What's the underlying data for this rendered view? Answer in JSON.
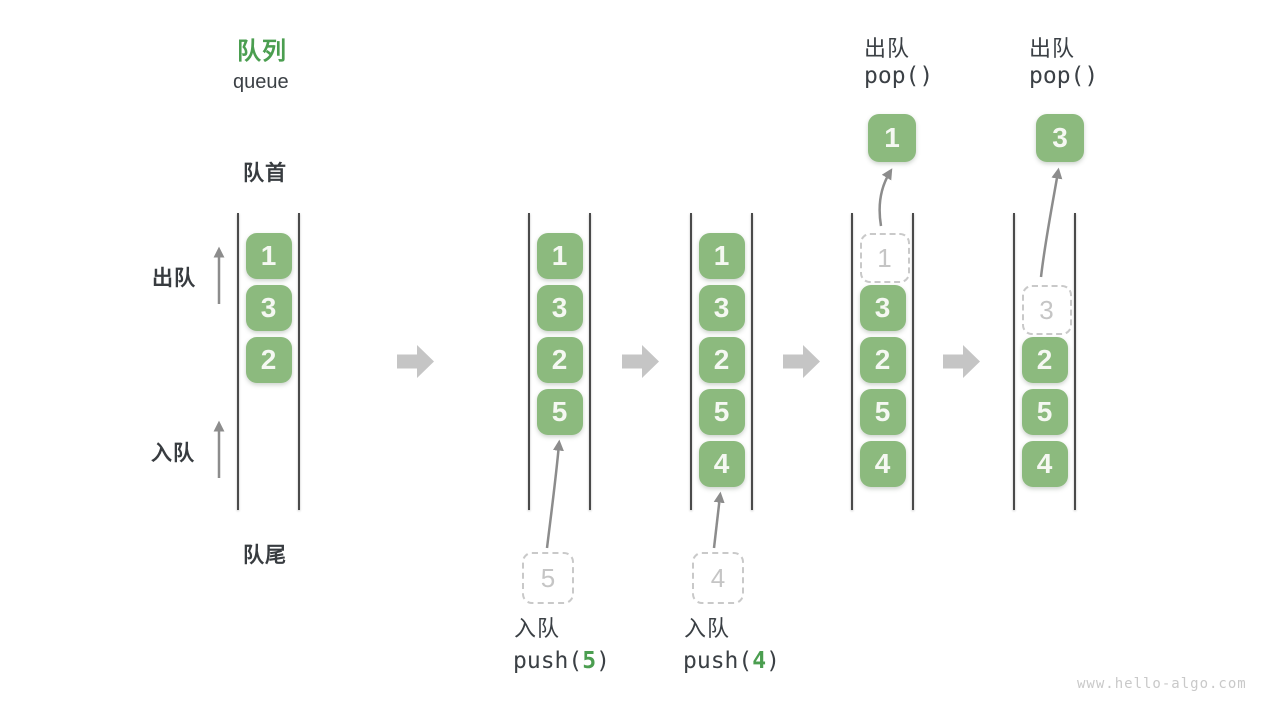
{
  "title": {
    "zh": "队列",
    "en": "queue"
  },
  "side_labels": {
    "front": "队首",
    "rear": "队尾",
    "dequeue": "出队",
    "enqueue": "入队"
  },
  "watermark": "www.hello-algo.com",
  "colors": {
    "box_green": "#8cba7e",
    "title_green": "#4b9e50",
    "text_dark": "#3b4045",
    "wall_dark": "#4a4a4a",
    "thin_arrow_gray": "#8c8c8c",
    "block_arrow_gray": "#c5c5c5",
    "dashed_gray": "#c9c9c9",
    "box_text_white": "#f5f8f2",
    "watermark_gray": "#c9c9c9"
  },
  "columns": [
    {
      "name": "state-initial",
      "slots": [
        {
          "value": "1",
          "type": "solid"
        },
        {
          "value": "3",
          "type": "solid"
        },
        {
          "value": "2",
          "type": "solid"
        }
      ]
    },
    {
      "name": "state-after-push-5",
      "slots": [
        {
          "value": "1",
          "type": "solid"
        },
        {
          "value": "3",
          "type": "solid"
        },
        {
          "value": "2",
          "type": "solid"
        },
        {
          "value": "5",
          "type": "solid"
        }
      ],
      "incoming": {
        "value": "5"
      },
      "caption": {
        "action": "入队",
        "code_before": "push(",
        "code_value": "5",
        "code_after": ")"
      }
    },
    {
      "name": "state-after-push-4",
      "slots": [
        {
          "value": "1",
          "type": "solid"
        },
        {
          "value": "3",
          "type": "solid"
        },
        {
          "value": "2",
          "type": "solid"
        },
        {
          "value": "5",
          "type": "solid"
        },
        {
          "value": "4",
          "type": "solid"
        }
      ],
      "incoming": {
        "value": "4"
      },
      "caption": {
        "action": "入队",
        "code_before": "push(",
        "code_value": "4",
        "code_after": ")"
      }
    },
    {
      "name": "state-after-pop-1",
      "slots": [
        {
          "value": "1",
          "type": "dashed"
        },
        {
          "value": "3",
          "type": "solid"
        },
        {
          "value": "2",
          "type": "solid"
        },
        {
          "value": "5",
          "type": "solid"
        },
        {
          "value": "4",
          "type": "solid"
        }
      ],
      "outgoing": {
        "value": "1"
      },
      "top_caption": {
        "action": "出队",
        "code": "pop()"
      }
    },
    {
      "name": "state-after-pop-3",
      "slots": [
        null,
        {
          "value": "3",
          "type": "dashed"
        },
        {
          "value": "2",
          "type": "solid"
        },
        {
          "value": "5",
          "type": "solid"
        },
        {
          "value": "4",
          "type": "solid"
        }
      ],
      "outgoing": {
        "value": "3"
      },
      "top_caption": {
        "action": "出队",
        "code": "pop()"
      }
    }
  ]
}
